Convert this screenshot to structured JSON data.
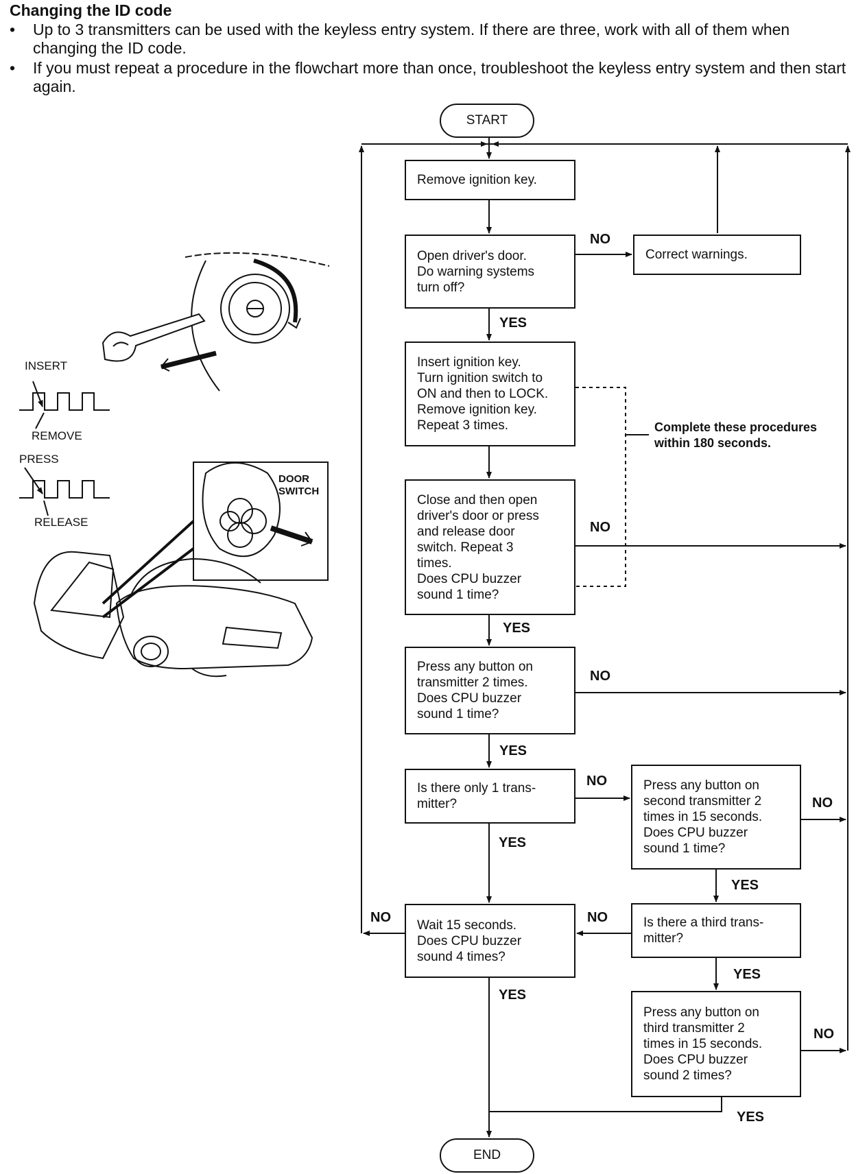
{
  "heading": "Changing the ID code",
  "bullets": [
    "Up to 3 transmitters can be used with the keyless entry system. If there are three, work with all of them when changing the ID code.",
    "If you must repeat a procedure in the flowchart more than once, troubleshoot the keyless entry system and then start again."
  ],
  "flow": {
    "start": "START",
    "end": "END",
    "remove_key": "Remove ignition key.",
    "open_door": [
      "Open driver's door.",
      "Do warning systems",
      "turn off?"
    ],
    "correct_warnings": "Correct warnings.",
    "insert_key": [
      "Insert ignition key.",
      "Turn ignition switch to",
      "ON and then to LOCK.",
      "Remove ignition key.",
      "Repeat 3 times."
    ],
    "close_open_door": [
      "Close and then open",
      "driver's door or press",
      "and release door",
      "switch. Repeat 3",
      "times.",
      "Does CPU buzzer",
      "sound 1 time?"
    ],
    "press_button": [
      "Press any button on",
      "transmitter 2 times.",
      "Does CPU buzzer",
      "sound 1 time?"
    ],
    "only_one": [
      "Is there only 1 trans-",
      "mitter?"
    ],
    "second_transmitter": [
      "Press any button on",
      "second transmitter 2",
      "times in 15 seconds.",
      "Does CPU buzzer",
      "sound 1 time?"
    ],
    "third_question": [
      "Is there a third trans-",
      "mitter?"
    ],
    "wait": [
      "Wait 15 seconds.",
      "Does CPU buzzer",
      "sound 4 times?"
    ],
    "third_transmitter": [
      "Press any button on",
      "third transmitter 2",
      "times in 15 seconds.",
      "Does CPU buzzer",
      "sound 2 times?"
    ],
    "note": [
      "Complete these procedures",
      "within 180 seconds."
    ],
    "yes": "YES",
    "no": "NO"
  },
  "illustration": {
    "insert": "INSERT",
    "remove": "REMOVE",
    "press": "PRESS",
    "release": "RELEASE",
    "door_switch": [
      "DOOR",
      "SWITCH"
    ]
  }
}
